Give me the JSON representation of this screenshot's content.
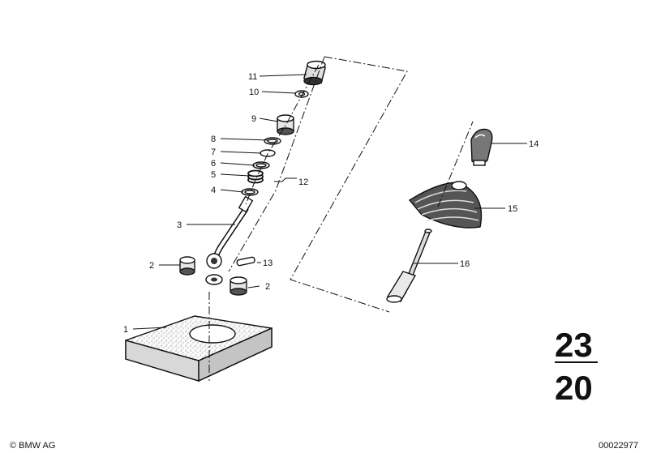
{
  "labels": {
    "p1": "1",
    "p2a": "2",
    "p2b": "2",
    "p3": "3",
    "p4": "4",
    "p5": "5",
    "p6": "6",
    "p7": "7",
    "p8": "8",
    "p9": "9",
    "p10": "10",
    "p11": "11",
    "p12": "12",
    "p13": "13",
    "p14": "14",
    "p15": "15",
    "p16": "16"
  },
  "group": {
    "top": "23",
    "bottom": "20"
  },
  "footer": {
    "copyright": "© BMW AG",
    "code": "00022977"
  },
  "colors": {
    "ink": "#111111",
    "background": "#ffffff"
  }
}
